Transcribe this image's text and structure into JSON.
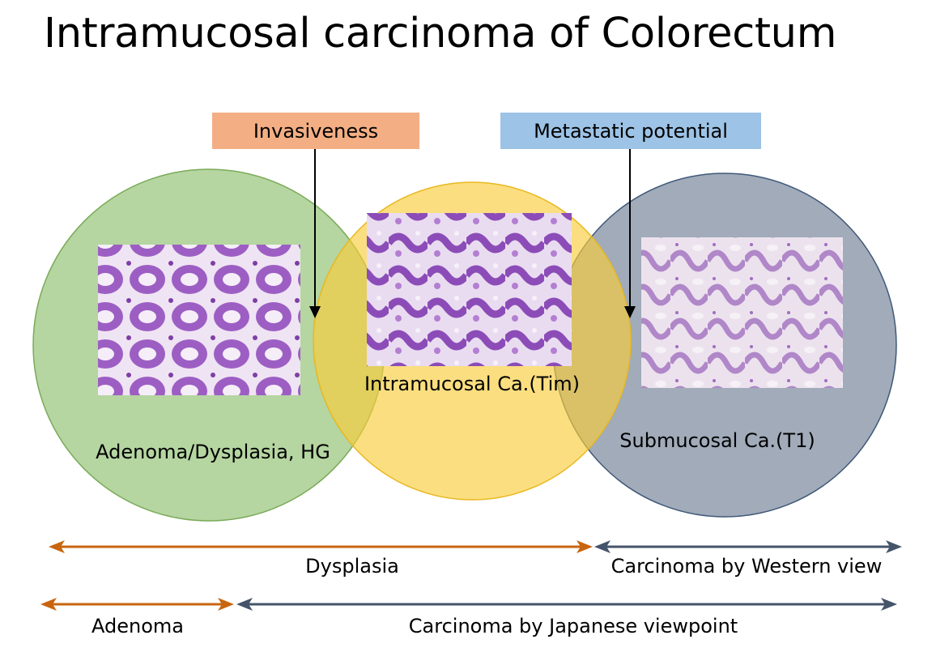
{
  "title": "Intramucosal carcinoma of Colorectum",
  "labels": {
    "invasiveness": "Invasiveness",
    "metastatic": "Metastatic potential",
    "adenoma_circle": "Adenoma/Dysplasia, HG",
    "intramucosal_circle": "Intramucosal Ca.(Tim)",
    "submucosal_circle": "Submucosal Ca.(T1)"
  },
  "scales": {
    "western": {
      "left": "Dysplasia",
      "right": "Carcinoma by Western view"
    },
    "japanese": {
      "left": "Adenoma",
      "right": "Carcinoma by Japanese viewpoint"
    }
  },
  "colors": {
    "green_circle": "#b5d5a1",
    "green_stroke": "#7aab58",
    "yellow_circle": "#f9cd3a",
    "yellow_stroke": "#e8b820",
    "gray_circle": "#8c98aa",
    "gray_stroke": "#3f5878",
    "orange_box": "#f3ae84",
    "blue_box": "#9dc3e6",
    "orange_arrow": "#c8650e",
    "slate_arrow": "#44546a"
  }
}
